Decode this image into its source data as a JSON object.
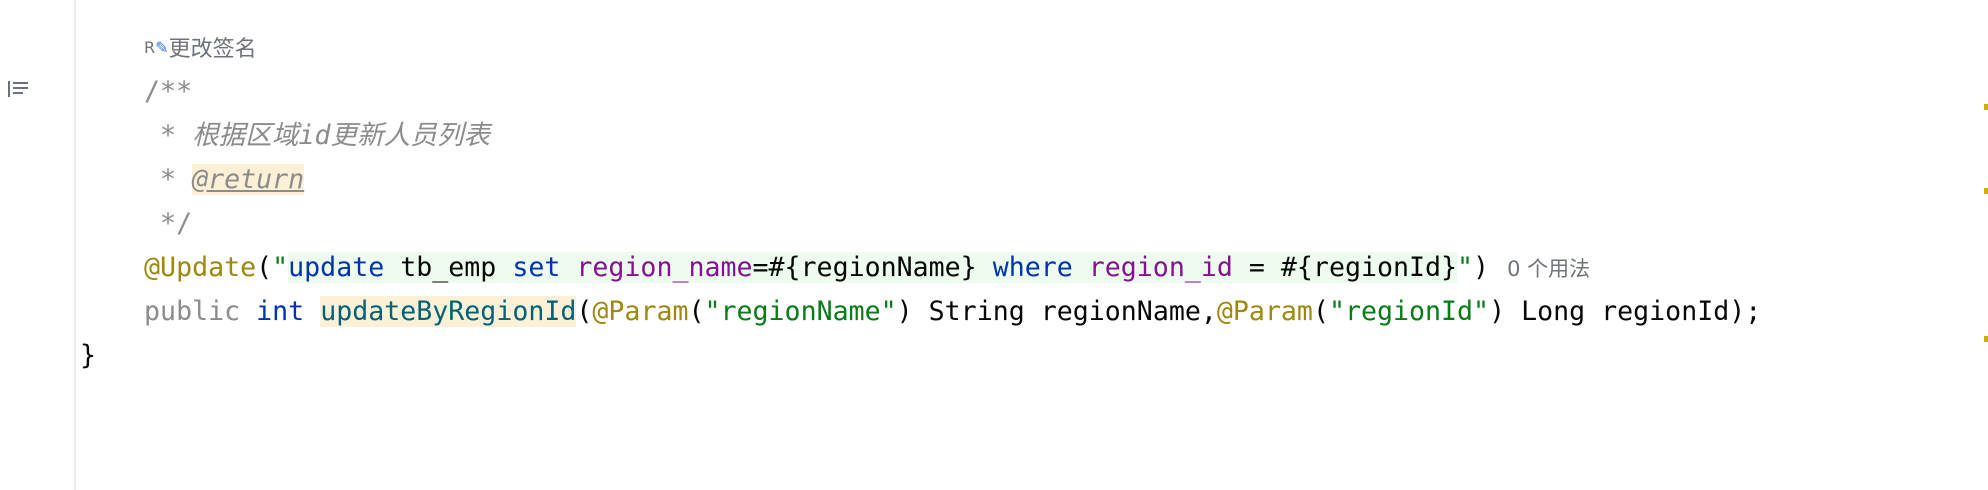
{
  "inlay_hint": {
    "icon": "rename-pencil-icon",
    "label": "更改签名"
  },
  "code": {
    "javadoc_open": "/**",
    "javadoc_star": " * ",
    "javadoc_text": "根据区域id更新人员列表",
    "javadoc_tag": "@return",
    "javadoc_close": " */",
    "annotation": "@Update",
    "paren_open": "(",
    "quote": "\"",
    "sql_update": "update",
    "sql_table": " tb_emp ",
    "sql_set": "set",
    "sql_col1": "region_name",
    "sql_eq1": "=#{regionName} ",
    "sql_where": "where",
    "sql_col2": "region_id",
    "sql_eq2": " = #{regionId}",
    "paren_close": ")",
    "usages": "0 个用法",
    "modifier": "public",
    "return_type": "int",
    "method_name": "updateByRegionId",
    "param_annotation": "@Param",
    "param1_name_str": "\"regionName\"",
    "param1_type_decl": ") String regionName,",
    "param2_name_str": "\"regionId\"",
    "param2_type_decl": ") Long regionId);",
    "closing_brace": "}"
  },
  "gutter": {
    "icon": "structure-icon"
  }
}
